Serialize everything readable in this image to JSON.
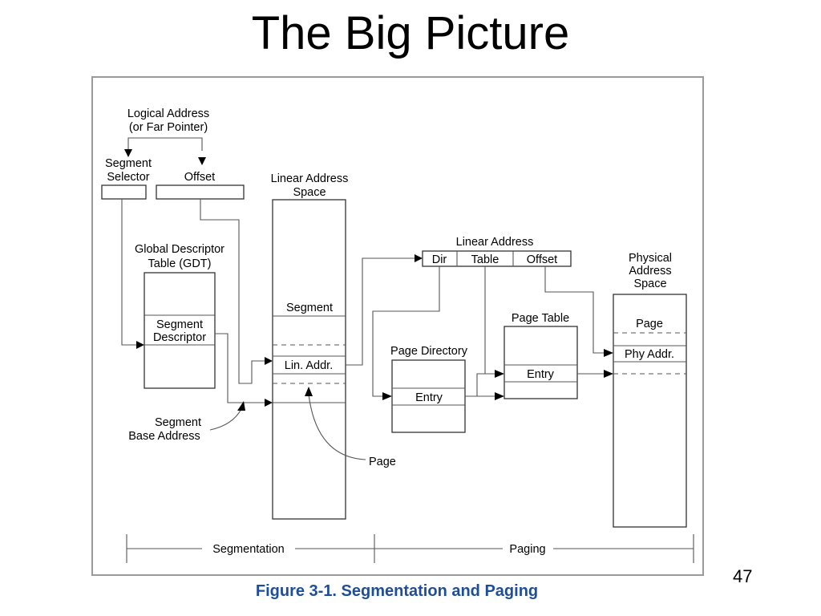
{
  "slide": {
    "title": "The Big Picture",
    "page_number": "47"
  },
  "figure": {
    "caption": "Figure 3-1.  Segmentation and Paging",
    "logical_address": [
      "Logical Address",
      "(or Far Pointer)"
    ],
    "segment_selector": [
      "Segment",
      "Selector"
    ],
    "offset_label": "Offset",
    "gdt": {
      "title": [
        "Global Descriptor",
        "Table (GDT)"
      ],
      "descriptor": [
        "Segment",
        "Descriptor"
      ]
    },
    "segment_base_address": [
      "Segment",
      "Base Address"
    ],
    "linear_address_space": {
      "title": [
        "Linear Address",
        "Space"
      ],
      "segment_label": "Segment",
      "lin_addr_label": "Lin. Addr."
    },
    "page_label": "Page",
    "linear_address": {
      "title": "Linear Address",
      "fields": [
        "Dir",
        "Table",
        "Offset"
      ]
    },
    "page_directory": {
      "title": "Page Directory",
      "entry": "Entry"
    },
    "page_table": {
      "title": "Page Table",
      "entry": "Entry"
    },
    "physical_address_space": {
      "title": [
        "Physical",
        "Address",
        "Space"
      ],
      "page_label": "Page",
      "phy_addr_label": "Phy Addr."
    },
    "bottom_axis": {
      "segmentation": "Segmentation",
      "paging": "Paging"
    }
  }
}
